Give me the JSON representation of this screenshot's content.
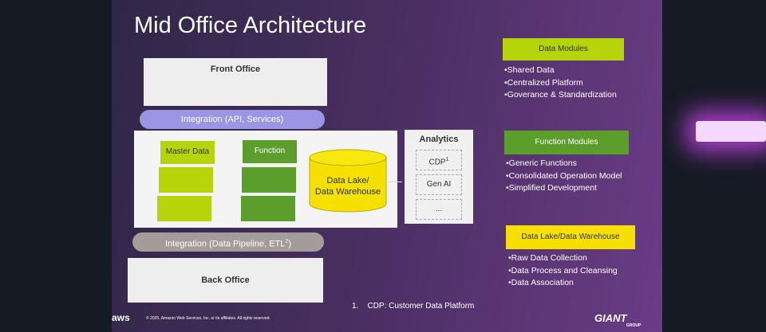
{
  "slide": {
    "title": "Mid Office Architecture",
    "front_office": "Front Office",
    "integration_api": "Integration (API, Services)",
    "master_data": "Master Data",
    "function": "Function",
    "data_lake": [
      "Data Lake/",
      "Data Warehouse"
    ],
    "analytics": {
      "title": "Analytics",
      "items": [
        "CDP",
        "Gen AI",
        "..."
      ],
      "cdp_sup": "1"
    },
    "integration_etl": "Integration (Data Pipeline, ETL",
    "etl_sup": "2",
    "back_office": "Back Office",
    "modules": [
      {
        "label": "Data Modules",
        "color": "#b5d40a",
        "bullets": [
          "•Shared Data",
          "•Centralized Platform",
          "•Goverance & Standardization"
        ]
      },
      {
        "label": "Function Modules",
        "color": "#5c9e2b",
        "bullets": [
          "•Generic Functions",
          "•Consolidated Operation Model",
          "•Simplified Development"
        ]
      },
      {
        "label": "Data Lake/Data Warehouse",
        "color": "#f5e000",
        "bullets": [
          "•Raw Data Collection",
          "•Data Process and Cleansing",
          "•Data Association"
        ]
      }
    ],
    "footnote": "1.    CDP: Customer Data Platform",
    "aws_logo": "aws",
    "copyright": "© 2025, Amazon Web Services, Inc. or its affiliates. All rights reserved.",
    "giant_logo": "GIANT",
    "giant_sub": "GROUP"
  }
}
